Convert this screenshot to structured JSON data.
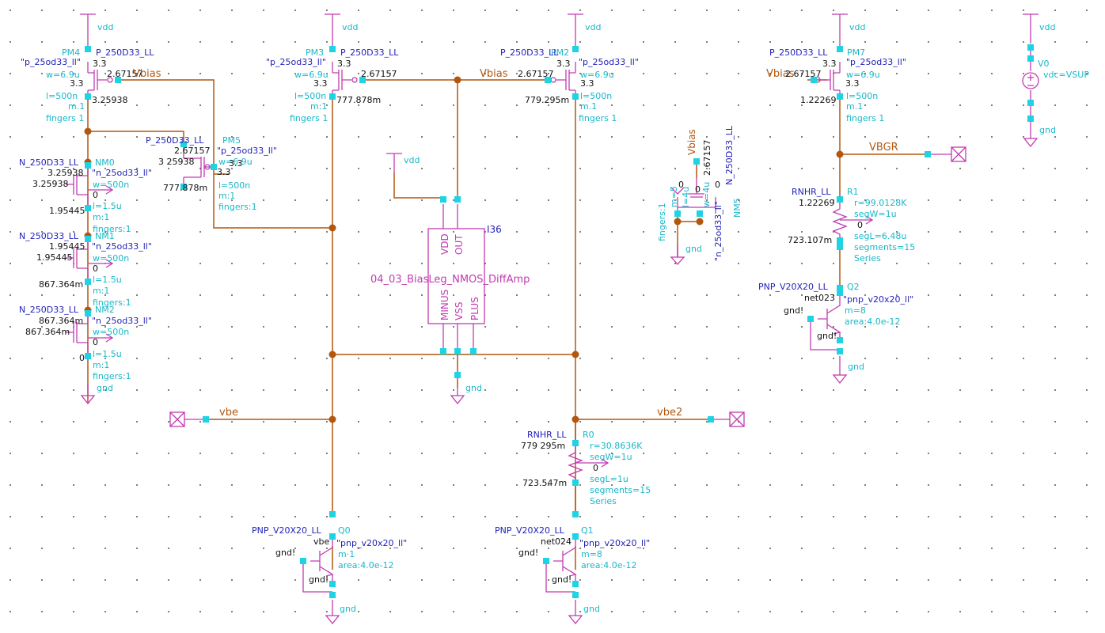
{
  "colors": {
    "wire": "#b3570f",
    "symbol": "#c23bb0",
    "pin": "#1ed3e3",
    "model_name": "#1f1fb8",
    "param": "#19b8c8",
    "value": "#111111",
    "background": "#ffffff",
    "grid": "#111111"
  },
  "labels": {
    "vdd": "vdd",
    "gnd": "gnd",
    "gndbang": "gnd!",
    "vdd_pin": "vdd",
    "pmos_model": "P_250D33_LL",
    "nmos_model": "N_250D33_LL",
    "pmos_cell": "\"p_25od33_ll\"",
    "nmos_cell": "\"n_25od33_ll\"",
    "pnp_model": "PNP_V20X20_LL",
    "pnp_cell": "\"pnp_v20x20_ll\"",
    "rnhr_model": "RNHR_LL",
    "w69": "w=6.9u",
    "w500n": "w=500n",
    "w4u": "w=4u",
    "l500n": "l=500n",
    "l15u": "l=1.5u",
    "l4u": "l=4u",
    "m1": "m:1",
    "m_1": "m.1",
    "m8": "m=8",
    "m5": "m=5",
    "fingers1": "fingers 1",
    "fingers1c": "fingers:1",
    "area": "area:4.0e-12",
    "v33": "3.3",
    "zero": "0"
  },
  "nets": {
    "vbias": "Vbias",
    "vbias_lc": "Vbias",
    "vbe": "vbe",
    "vbe2": "vbe2",
    "vbgr": "VBGR",
    "net023": "net023",
    "net024": "net024",
    "vbe_q0": "vbe"
  },
  "instances": {
    "PM4": {
      "name": "PM4",
      "vg": "2.67157",
      "vd": "3.25938"
    },
    "PM3": {
      "name": "PM3",
      "vg": "2.67157",
      "vd": "777.878m"
    },
    "PM2": {
      "name": "PM2",
      "vg": "2.67157",
      "vd": "779.295m"
    },
    "PM7": {
      "name": "PM7",
      "vg": "2.67157",
      "vd": "1.22269"
    },
    "PM5": {
      "name": "PM5",
      "vg": "2.67157",
      "vs": "3 25938",
      "vd": "777.878m",
      "vdd": "3.3"
    },
    "NM0": {
      "name": "NM0",
      "vd": "3.25938",
      "vg": "3.25938",
      "vs": "1.95445"
    },
    "NM1": {
      "name": "NM1",
      "vd": "1.95445",
      "vg": "1.95445",
      "vs": "867.364m"
    },
    "NM2": {
      "name": "NM2",
      "vd": "867.364m",
      "vg": "867.364m",
      "vs": "0"
    },
    "NM5": {
      "name": "NM5",
      "vd": "2.67157",
      "fingers": "fingers:1"
    },
    "R0": {
      "name": "R0",
      "r": "r=30.8636K",
      "segW": "segW=1u",
      "segL": "segL=1u",
      "segments": "segments=15",
      "series": "Series",
      "vtop": "779 295m",
      "vbot": "723.547m"
    },
    "R1": {
      "name": "R1",
      "r": "r=99.0128K",
      "segW": "segW=1u",
      "segL": "segL=6.48u",
      "segments": "segments=15",
      "series": "Series",
      "vtop": "1.22269",
      "vbot": "723.107m"
    },
    "Q0": {
      "name": "Q0",
      "m": "m·1"
    },
    "Q1": {
      "name": "Q1",
      "m": "m=8"
    },
    "Q2": {
      "name": "Q2",
      "m": "m=8"
    },
    "I36": {
      "name": "I36",
      "cell": "04_03_BiasLeg_NMOS_DiffAmp",
      "vdd": "VDD",
      "out": "OUT",
      "minus": "MINUS",
      "vss": "VSS",
      "plus": "PLUS"
    },
    "V0": {
      "name": "V0",
      "vdc": "vdc=VSUP"
    }
  }
}
